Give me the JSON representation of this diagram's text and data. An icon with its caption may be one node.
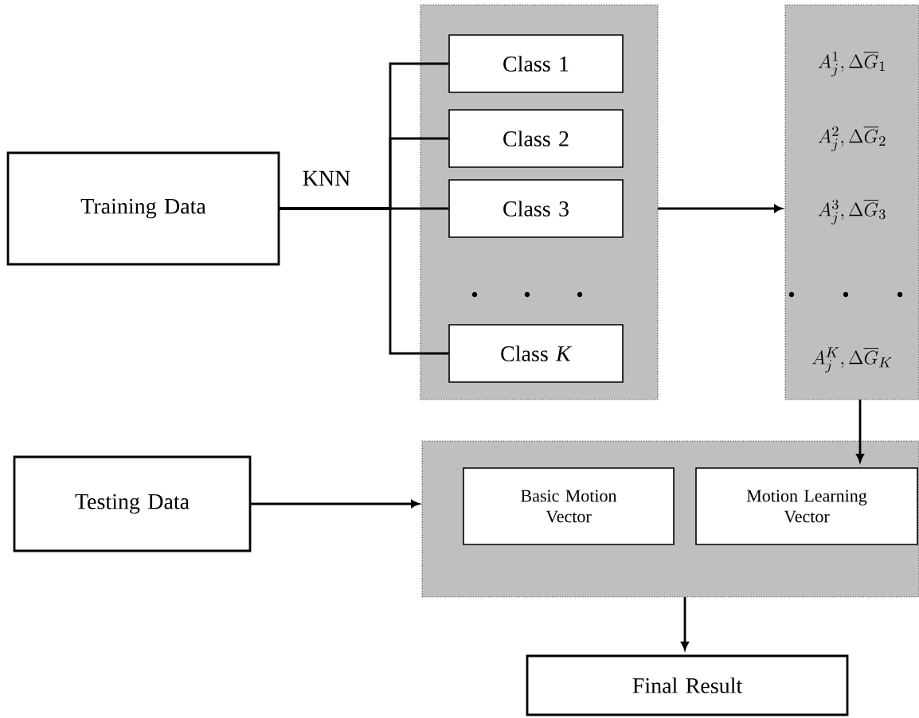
{
  "diagram": {
    "nodes": [
      {
        "text": [
          "Training Data"
        ]
      },
      {
        "text": [],
        "shape": "box"
      },
      {
        "text": [
          "Class 1"
        ],
        "in": 1
      },
      {
        "text": [
          "Class 2"
        ],
        "in": 1
      },
      {
        "text": [
          "Class 3"
        ],
        "in": 1
      },
      {
        "text": [
          "Class *K*"
        ],
        "in": 1
      },
      {
        "text": [
          "A_j^{1},\\Delta\\overline{G}_{1}",
          "A_j^{2},\\Delta\\overline{G}_{2}",
          "A_j^{3},\\Delta\\overline{G}_{3}",
          "A_j^{K},\\Delta\\overline{G}_{K}"
        ]
      },
      {
        "text": [],
        "shape": "box"
      },
      {
        "text": [
          "Basic Motion Vector"
        ],
        "in": 7
      },
      {
        "text": [
          "Motion Learning Vector"
        ],
        "in": 7
      },
      {
        "text": [
          "Testing Data"
        ]
      },
      {
        "text": [
          "Final Result"
        ]
      }
    ],
    "edges": [
      {
        "from": 0,
        "to": 2,
        "arrow": "none"
      },
      {
        "from": 0,
        "to": 3,
        "arrow": "none"
      },
      {
        "from": 0,
        "to": 4,
        "arrow": "none",
        "label": "KNN"
      },
      {
        "from": 0,
        "to": 5,
        "arrow": "none"
      },
      {
        "from": 1,
        "to": 6,
        "arrow": "to"
      },
      {
        "from": 6,
        "to": 9,
        "arrow": "to"
      },
      {
        "from": 10,
        "to": 7,
        "arrow": "to"
      },
      {
        "from": 7,
        "to": 11,
        "arrow": "to"
      }
    ]
  }
}
